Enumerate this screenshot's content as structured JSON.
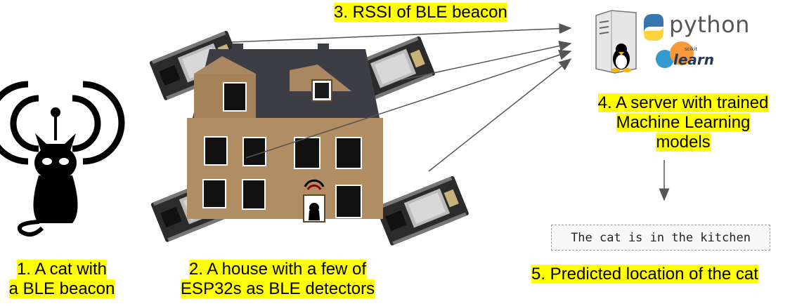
{
  "captions": {
    "step1_line1": "1. A cat with",
    "step1_line2": "a BLE beacon",
    "step2_line1": "2. A house with a few of",
    "step2_line2": "ESP32s as BLE detectors",
    "step3": "3. RSSI of BLE beacon",
    "step4_line1": "4. A server with trained",
    "step4_line2": "Machine Learning",
    "step4_line3": "models",
    "step5": "5. Predicted location of the cat"
  },
  "output": {
    "prediction": "The cat is in the kitchen"
  },
  "logos": {
    "python": "python",
    "sklearn_small": "scikit",
    "sklearn": "learn"
  },
  "icons": [
    "cat-beacon-icon",
    "house-icon",
    "esp32-board-icon",
    "server-icon",
    "linux-penguin-icon",
    "python-logo-icon",
    "sklearn-logo-icon",
    "arrow-icon"
  ],
  "colors": {
    "highlight": "#ffff00",
    "house_wall": "#b08d63",
    "roof": "#4a4a52"
  }
}
